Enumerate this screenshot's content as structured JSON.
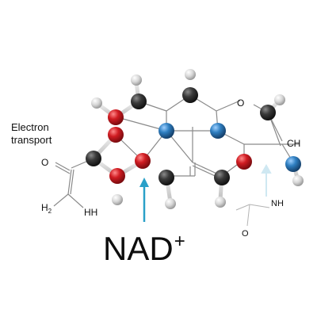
{
  "figure": {
    "title_main": "NAD",
    "title_charge": "+",
    "caption_line1": "Electron",
    "caption_line2": "transport"
  },
  "atom_labels": {
    "ch": "CH",
    "o_left": "O",
    "h2_prefix": "H",
    "h2_subscript": "2",
    "hh": "HH",
    "ring_o": "O",
    "nh": "NH",
    "o_bottom": "O"
  },
  "colors": {
    "carbon": "#3a3a3a",
    "hydrogen": "#d8d8d8",
    "oxygen": "#c8191e",
    "nitrogen": "#2f7fc1",
    "arrow": "#2aa0c8",
    "bond_line": "#888888"
  }
}
